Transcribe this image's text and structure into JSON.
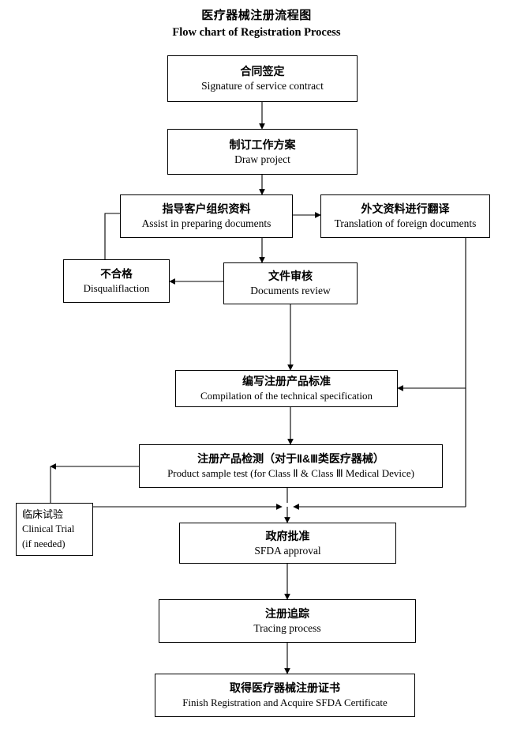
{
  "title": {
    "cn": "医疗器械注册流程图",
    "en": "Flow chart of Registration Process"
  },
  "colors": {
    "background": "#ffffff",
    "stroke": "#000000",
    "text": "#000000"
  },
  "nodes": [
    {
      "id": "contract",
      "cn": "合同签定",
      "en": "Signature of service contract"
    },
    {
      "id": "draw-project",
      "cn": "制订工作方案",
      "en": "Draw project"
    },
    {
      "id": "assist-documents",
      "cn": "指导客户组织资料",
      "en": "Assist in preparing documents"
    },
    {
      "id": "translation",
      "cn": "外文资料进行翻译",
      "en": "Translation of foreign documents"
    },
    {
      "id": "disqualification",
      "cn": "不合格",
      "en": "Disqualiflaction"
    },
    {
      "id": "documents-review",
      "cn": "文件审核",
      "en": "Documents review"
    },
    {
      "id": "technical-spec",
      "cn": "编写注册产品标准",
      "en": "Compilation of the technical specification"
    },
    {
      "id": "product-sample-test",
      "cn": "注册产品检测（对于Ⅱ&Ⅲ类医疗器械）",
      "en": "Product sample test (for Class  Ⅱ & Class  Ⅲ  Medical Device)"
    },
    {
      "id": "clinical-trial",
      "cn": "临床试验",
      "en": "Clinical Trial",
      "en2": "(if needed)"
    },
    {
      "id": "sfda-approval",
      "cn": "政府批准",
      "en": "SFDA approval"
    },
    {
      "id": "tracing-process",
      "cn": "注册追踪",
      "en": "Tracing process"
    },
    {
      "id": "finish",
      "cn": "取得医疗器械注册证书",
      "en": "Finish Registration and Acquire SFDA Certificate"
    }
  ],
  "chart_data": {
    "type": "diagram",
    "diagram_kind": "flowchart",
    "orientation": "top-to-bottom",
    "title": "医疗器械注册流程图 / Flow chart of Registration Process",
    "edges": [
      {
        "from": "contract",
        "to": "draw-project",
        "style": "arrow-down"
      },
      {
        "from": "draw-project",
        "to": "assist-documents",
        "style": "arrow-down"
      },
      {
        "from": "assist-documents",
        "to": "translation",
        "style": "arrow-right"
      },
      {
        "from": "assist-documents",
        "to": "documents-review",
        "style": "arrow-down"
      },
      {
        "from": "documents-review",
        "to": "disqualification",
        "style": "arrow-left"
      },
      {
        "from": "disqualification",
        "to": "assist-documents",
        "style": "elbow-up-right"
      },
      {
        "from": "documents-review",
        "to": "technical-spec",
        "style": "arrow-down"
      },
      {
        "from": "translation",
        "to": "technical-spec",
        "style": "elbow-down-left-arrow"
      },
      {
        "from": "technical-spec",
        "to": "product-sample-test",
        "style": "arrow-down"
      },
      {
        "from": "product-sample-test",
        "to": "clinical-trial",
        "style": "elbow-left-down"
      },
      {
        "from": "product-sample-test",
        "to": "sfda-approval",
        "style": "arrow-down"
      },
      {
        "from": "clinical-trial",
        "to": "sfda-approval",
        "style": "elbow-right-arrow"
      },
      {
        "from": "translation",
        "to": "sfda-approval",
        "style": "elbow-right-arrow"
      },
      {
        "from": "sfda-approval",
        "to": "tracing-process",
        "style": "arrow-down"
      },
      {
        "from": "tracing-process",
        "to": "finish",
        "style": "arrow-down"
      }
    ]
  }
}
